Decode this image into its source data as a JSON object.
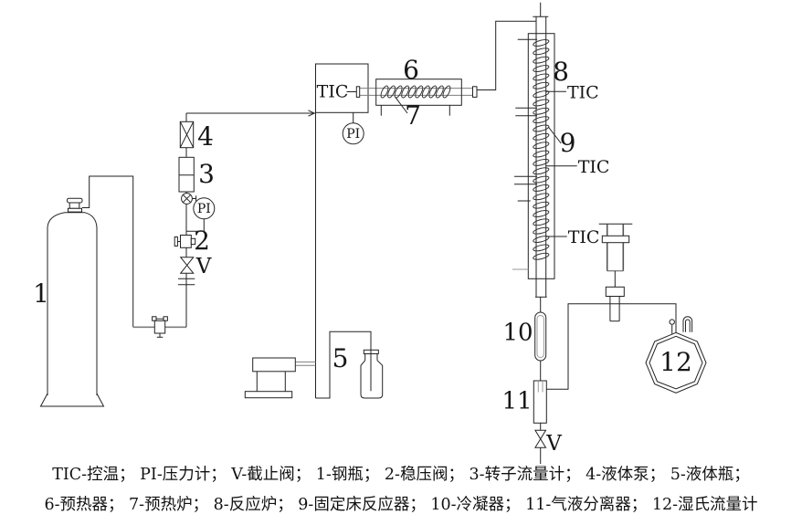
{
  "equipment_labels": {
    "cylinder": "1",
    "pressure_regulator": "2",
    "rotameter": "3",
    "liquid_pump": "4",
    "liquid_bottle": "5",
    "preheater": "6",
    "preheat_furnace": "7",
    "reaction_furnace": "8",
    "fixed_bed_reactor": "9",
    "condenser": "10",
    "gas_liquid_separator": "11",
    "wet_gas_flow_meter": "12"
  },
  "instrument_labels": {
    "temperature_controller": "TIC",
    "pressure_gauge": "PI",
    "shutoff_valve": "V"
  },
  "caption": {
    "line1": "TIC-控温； PI-压力计； V-截止阀； 1-钢瓶； 2-稳压阀； 3-转子流量计； 4-液体泵； 5-液体瓶；",
    "line2": "6-预热器； 7-预热炉； 8-反应炉； 9-固定床反应器； 10-冷凝器； 11-气液分离器； 12-湿氏流量计"
  }
}
